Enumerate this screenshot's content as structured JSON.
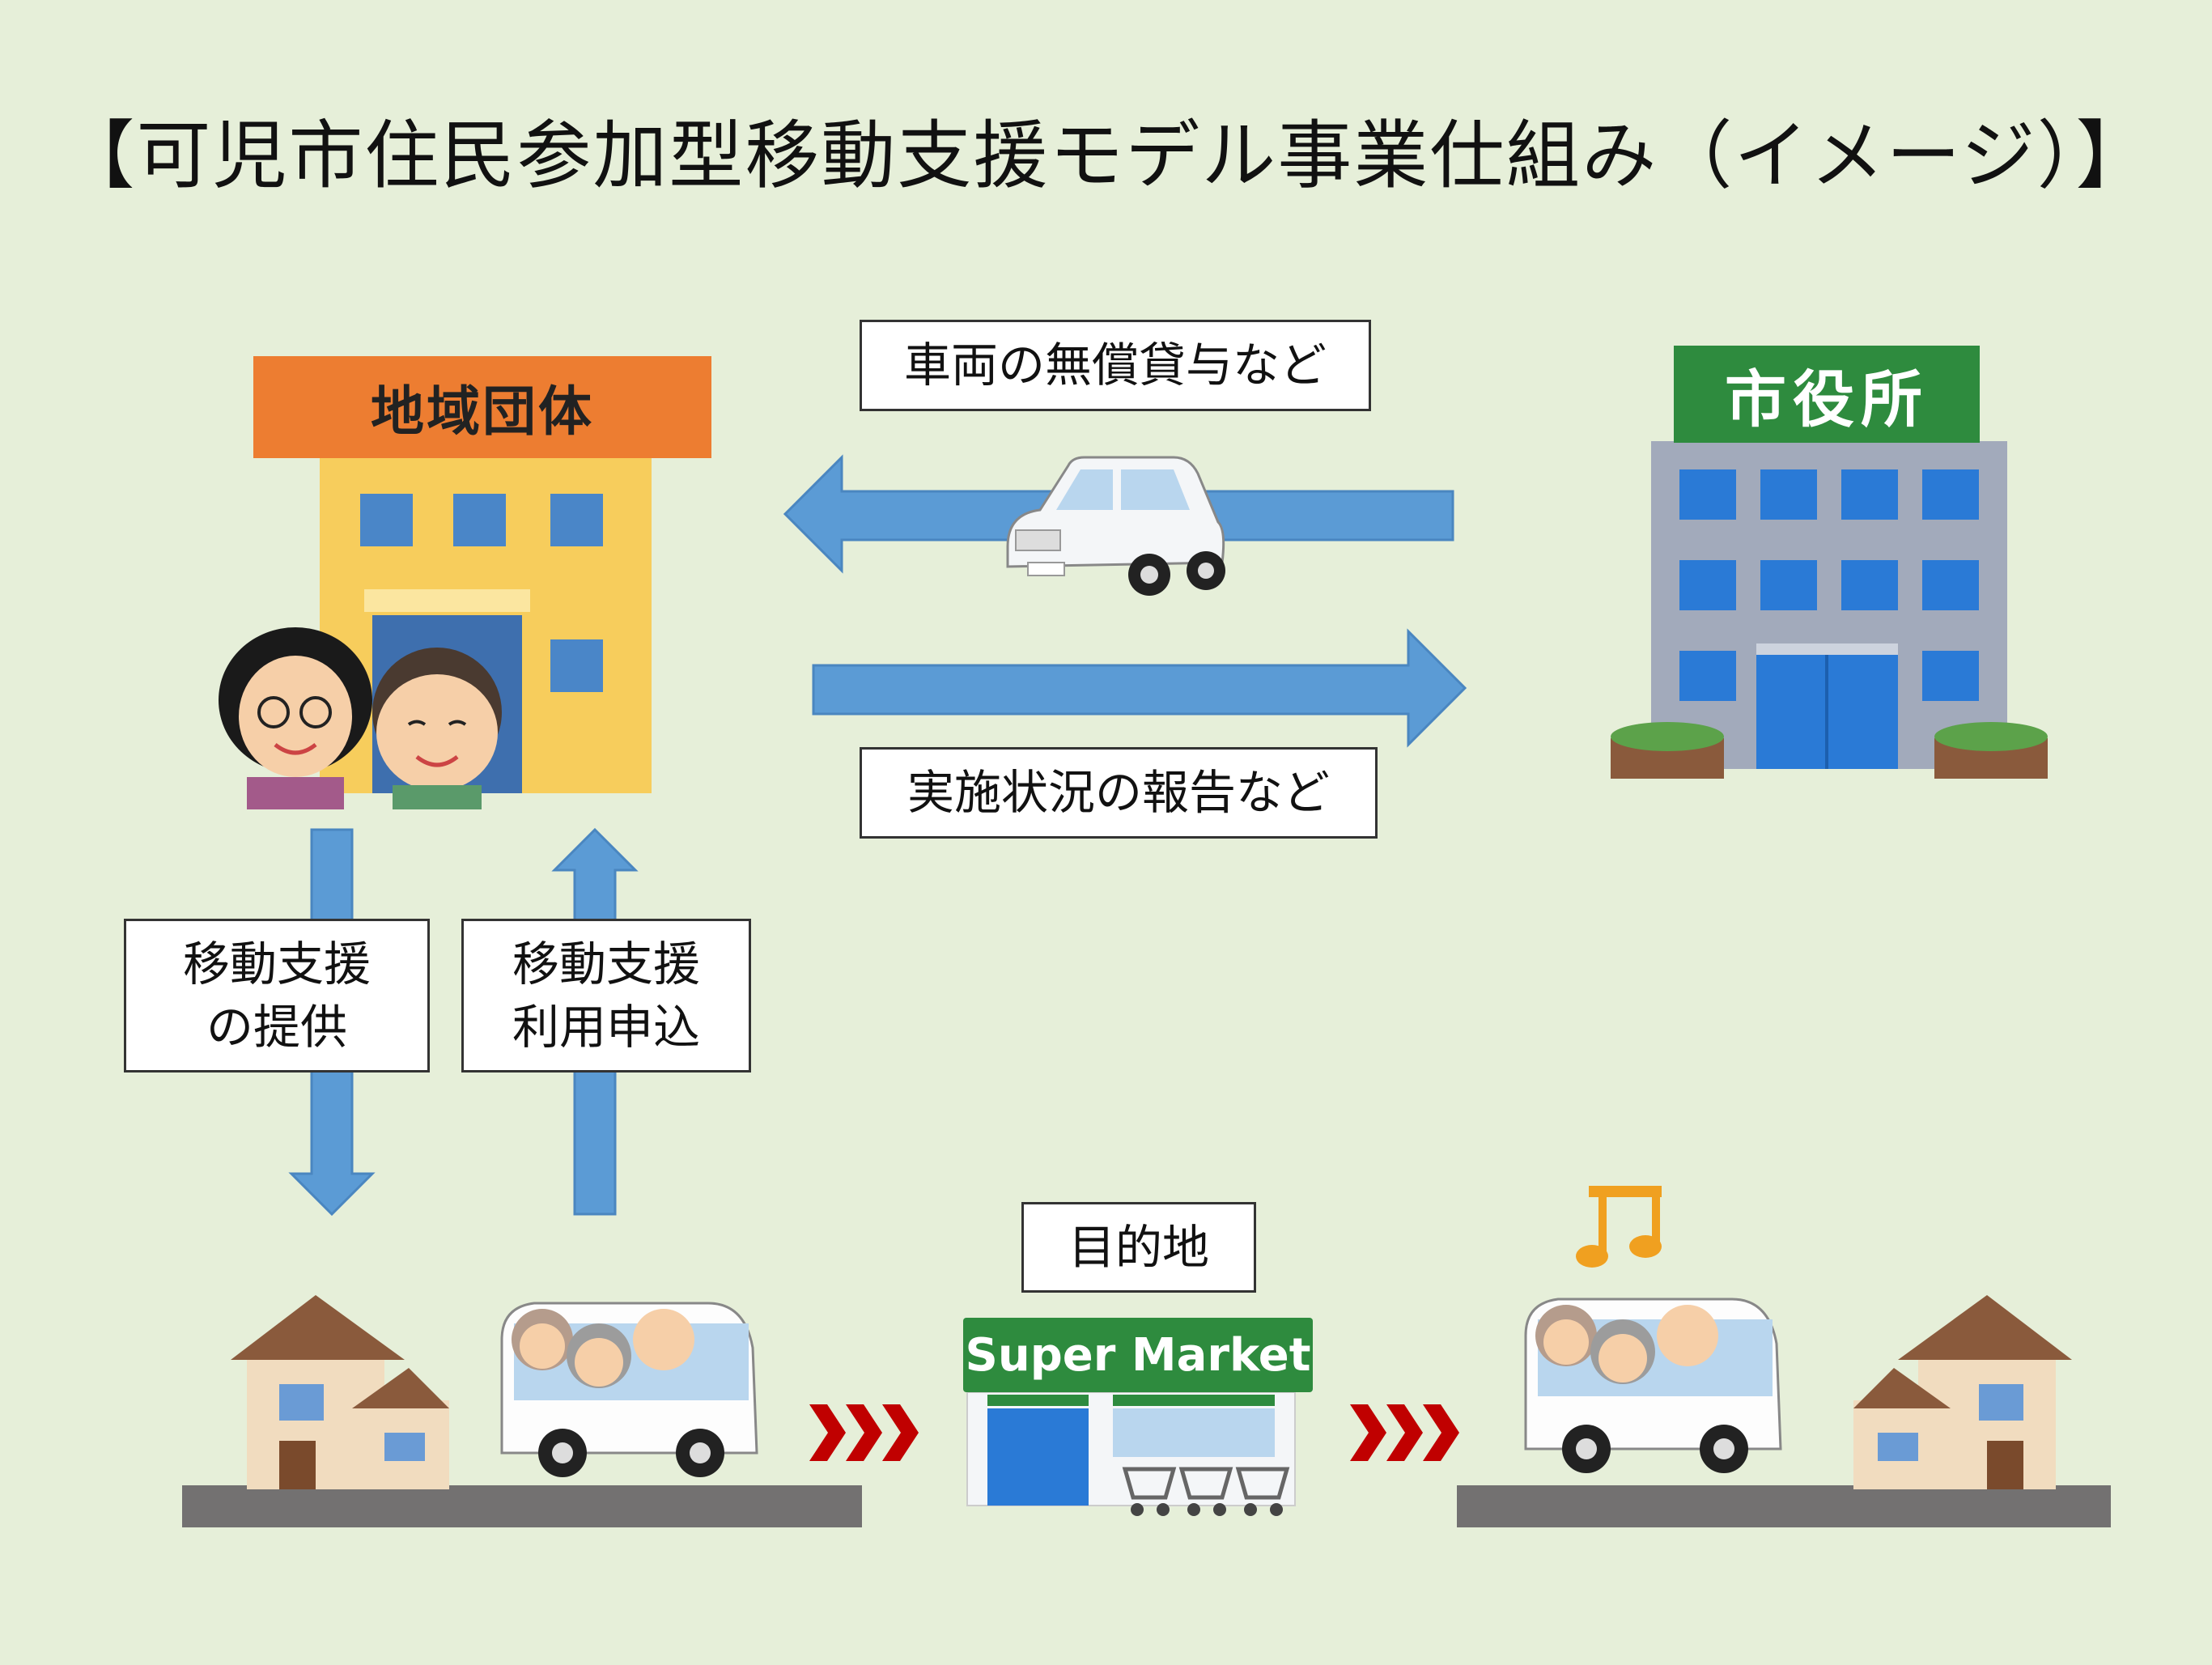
{
  "title": "【可児市住民参加型移動支援モデル事業仕組み（イメージ）】",
  "community_group": {
    "sign": "地域団体"
  },
  "city_hall": {
    "sign": "市役所"
  },
  "labels": {
    "vehicle_loan": "車両の無償貸与など",
    "status_report": "実施状況の報告など",
    "provide_line1": "移動支援",
    "provide_line2": "の提供",
    "apply_line1": "移動支援",
    "apply_line2": "利用申込",
    "destination": "目的地"
  },
  "supermarket": {
    "sign": "Super Market"
  },
  "colors": {
    "background": "#e6efd9",
    "arrow": "#5b9bd5",
    "community_sign": "#ed7d31",
    "city_sign": "#2e8b3e",
    "chevron": "#c00000",
    "ground": "#737171"
  }
}
